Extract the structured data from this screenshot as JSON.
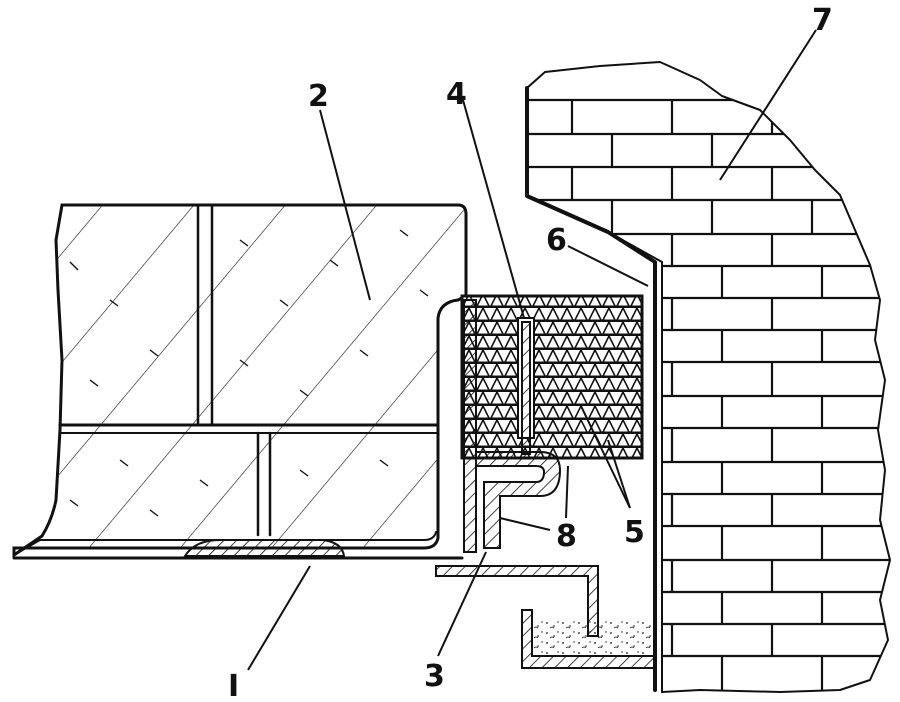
{
  "colors": {
    "ink": "#111111",
    "paper": "#ffffff"
  },
  "callouts": [
    {
      "id": "1",
      "label": "I"
    },
    {
      "id": "2",
      "label": "2"
    },
    {
      "id": "3",
      "label": "3"
    },
    {
      "id": "4",
      "label": "4"
    },
    {
      "id": "5",
      "label": "5"
    },
    {
      "id": "6",
      "label": "6"
    },
    {
      "id": "7",
      "label": "7"
    },
    {
      "id": "8",
      "label": "8"
    }
  ]
}
